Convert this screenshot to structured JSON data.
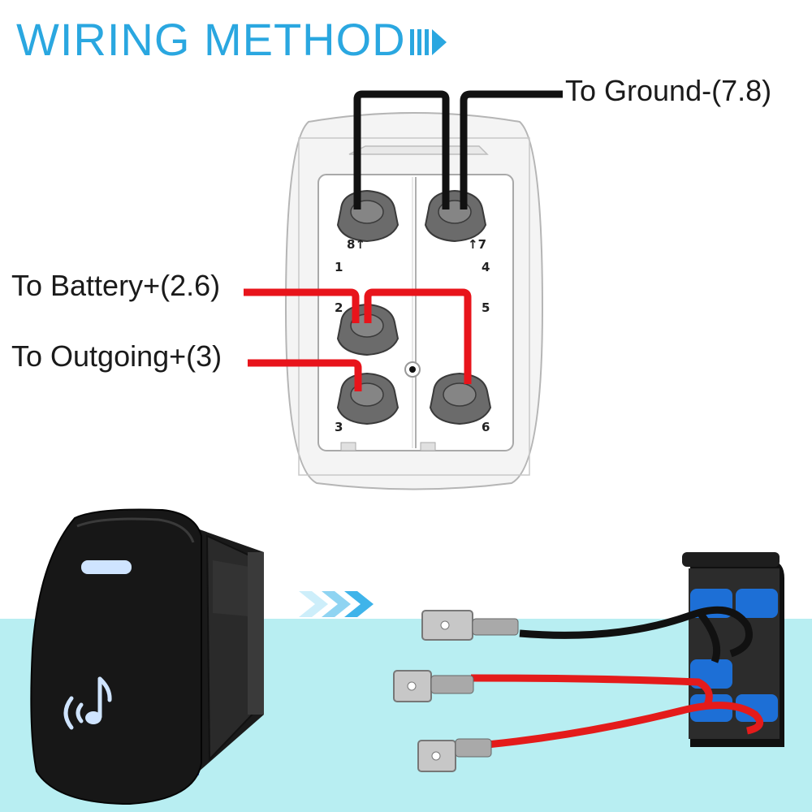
{
  "title": "WIRING METHOD",
  "labels": {
    "ground": "To Ground-(7.8)",
    "battery": "To Battery+(2.6)",
    "outgoing": "To Outgoing+(3)"
  },
  "pins": {
    "p8": "8↑",
    "p7": "↑7",
    "p1": "1",
    "p4": "4",
    "p2": "2",
    "p5": "5",
    "p3": "3",
    "p6": "6"
  },
  "colors": {
    "title": "#2aa7e0",
    "ground_wire": "#111111",
    "positive_wire": "#e8141b",
    "terminal": "#6b6b6b",
    "background_band": "#b8eef2",
    "led": "#cfe4ff"
  },
  "icons": {
    "title_arrow": "play-arrow-icon",
    "flow_arrows": "chevrons-right-icon",
    "switch_symbol": "music-note-icon"
  }
}
